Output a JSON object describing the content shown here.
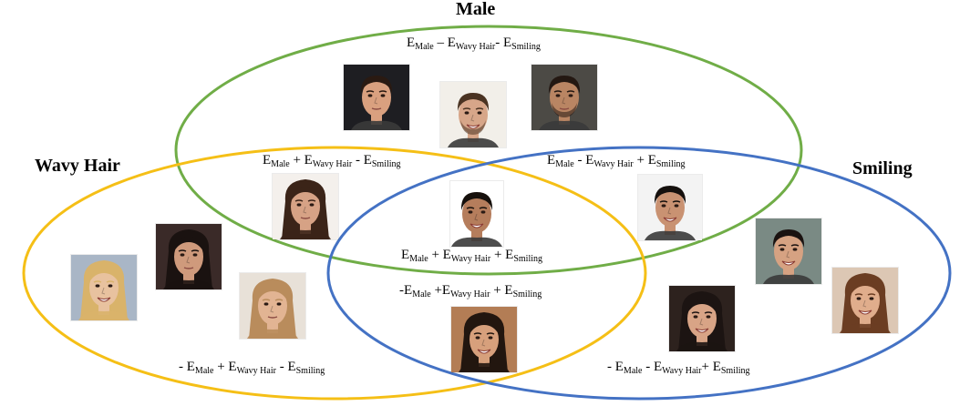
{
  "sets": {
    "male": {
      "label": "Male",
      "color": "#70ad47"
    },
    "wavy": {
      "label": "Wavy Hair",
      "color": "#f5bf16"
    },
    "smiling": {
      "label": "Smiling",
      "color": "#4472c4"
    }
  },
  "formulas": {
    "male_only": [
      {
        "t": "E"
      },
      {
        "s": "Male"
      },
      {
        "t": " – E"
      },
      {
        "s": "Wavy Hair"
      },
      {
        "t": "- E"
      },
      {
        "s": "Smiling"
      }
    ],
    "male_wavy": [
      {
        "t": "E"
      },
      {
        "s": "Male"
      },
      {
        "t": " + E"
      },
      {
        "s": "Wavy Hair"
      },
      {
        "t": " - E"
      },
      {
        "s": "Smiling"
      }
    ],
    "male_smiling": [
      {
        "t": "E"
      },
      {
        "s": "Male"
      },
      {
        "t": " - E"
      },
      {
        "s": "Wavy Hair"
      },
      {
        "t": " + E"
      },
      {
        "s": "Smiling"
      }
    ],
    "all": [
      {
        "t": "E"
      },
      {
        "s": "Male"
      },
      {
        "t": " + E"
      },
      {
        "s": "Wavy Hair"
      },
      {
        "t": " + E"
      },
      {
        "s": "Smiling"
      }
    ],
    "wavy_smiling": [
      {
        "t": "-E"
      },
      {
        "s": "Male"
      },
      {
        "t": " +E"
      },
      {
        "s": "Wavy Hair"
      },
      {
        "t": " + E"
      },
      {
        "s": "Smiling"
      }
    ],
    "wavy_only": [
      {
        "t": "- E"
      },
      {
        "s": "Male"
      },
      {
        "t": " + E"
      },
      {
        "s": "Wavy Hair"
      },
      {
        "t": " - E"
      },
      {
        "s": "Smiling"
      }
    ],
    "smiling_only": [
      {
        "t": "- E"
      },
      {
        "s": "Male"
      },
      {
        "t": " - E"
      },
      {
        "s": "Wavy Hair"
      },
      {
        "t": "+ E"
      },
      {
        "s": "Smiling"
      }
    ]
  },
  "faces": [
    {
      "id": "male-face-1",
      "skin": "#d9a07f",
      "hair": "#2a1a12",
      "bg": "#1e1e22",
      "smile": false,
      "long": false
    },
    {
      "id": "male-face-2",
      "skin": "#d7a689",
      "hair": "#4a3322",
      "bg": "#f2efe9",
      "smile": true,
      "long": false,
      "beard": true
    },
    {
      "id": "male-face-3",
      "skin": "#b98563",
      "hair": "#241812",
      "bg": "#4c4a45",
      "smile": false,
      "long": false,
      "beard": true
    },
    {
      "id": "male-wavy-face",
      "skin": "#d6a285",
      "hair": "#3b2418",
      "bg": "#f4f0ec",
      "smile": false,
      "long": true
    },
    {
      "id": "all-attributes-face",
      "skin": "#b57d5c",
      "hair": "#16100c",
      "bg": "#ffffff",
      "smile": true,
      "long": false
    },
    {
      "id": "male-smiling-face",
      "skin": "#c99272",
      "hair": "#15100d",
      "bg": "#f3f3f3",
      "smile": true,
      "long": false
    },
    {
      "id": "wavy-face-1",
      "skin": "#e8c29f",
      "hair": "#d9b36a",
      "bg": "#a9b6c6",
      "smile": true,
      "long": true
    },
    {
      "id": "wavy-face-2",
      "skin": "#cf9a7c",
      "hair": "#1a1210",
      "bg": "#3a2a28",
      "smile": false,
      "long": true
    },
    {
      "id": "wavy-face-3",
      "skin": "#e2b493",
      "hair": "#b98c5c",
      "bg": "#e8e1d8",
      "smile": false,
      "long": true
    },
    {
      "id": "wavy-smiling-face",
      "skin": "#d7a07c",
      "hair": "#22160f",
      "bg": "#b37d55",
      "smile": true,
      "long": true
    },
    {
      "id": "smiling-face-1",
      "skin": "#d6a282",
      "hair": "#1a1210",
      "bg": "#7a8a84",
      "smile": true,
      "long": false
    },
    {
      "id": "smiling-face-2",
      "skin": "#d8a486",
      "hair": "#1c1412",
      "bg": "#2d221e",
      "smile": true,
      "long": true
    },
    {
      "id": "smiling-face-3",
      "skin": "#e0ad8c",
      "hair": "#6b3d22",
      "bg": "#dcc7b4",
      "smile": true,
      "long": true
    }
  ]
}
